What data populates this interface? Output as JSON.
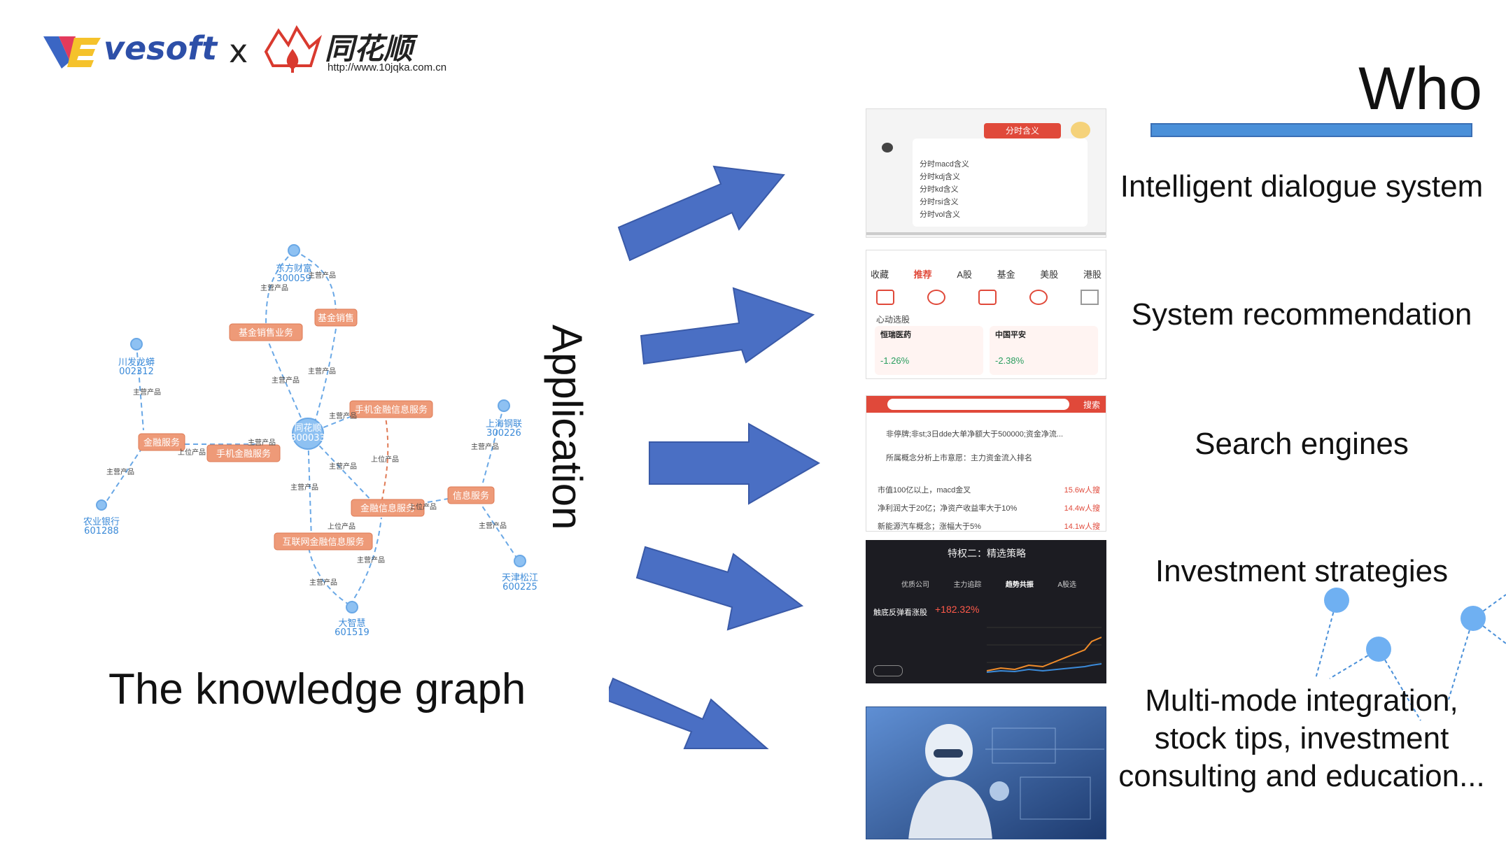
{
  "header": {
    "vesoft_name": "vesoft",
    "separator": "x",
    "partner_name": "同花顺",
    "partner_url": "http://www.10jqka.com.cn"
  },
  "title": "Who",
  "knowledge_graph": {
    "caption": "The knowledge graph",
    "nodes": [
      {
        "label": "东方财富",
        "code": "300059"
      },
      {
        "label": "川发龙蟒",
        "code": "002312"
      },
      {
        "label": "同花顺",
        "code": "300033"
      },
      {
        "label": "上海钢联",
        "code": "300226"
      },
      {
        "label": "农业银行",
        "code": "601288"
      },
      {
        "label": "天津松江",
        "code": "600225"
      },
      {
        "label": "大智慧",
        "code": "601519"
      }
    ],
    "tags": [
      "基金销售业务",
      "基金销售",
      "手机金融信息服务",
      "金融服务",
      "手机金融服务",
      "金融信息服务",
      "信息服务",
      "互联网金融信息服务"
    ],
    "edge_labels": [
      "主营产品",
      "上位产品"
    ]
  },
  "application_label": "Application",
  "applications": [
    {
      "label": "Intelligent dialogue system"
    },
    {
      "label": "System  recommendation"
    },
    {
      "label": "Search engines"
    },
    {
      "label": "Investment strategies"
    },
    {
      "label": "Multi-mode integration, stock tips, investment consulting and education..."
    }
  ],
  "screens": {
    "s1_items": [
      "分时macd含义",
      "分时kdj含义",
      "分时kd含义",
      "分时rsi含义",
      "分时vol含义"
    ],
    "s1_button": "分时含义",
    "s2_tabs": [
      "收藏",
      "推荐",
      "A股",
      "基金",
      "美股",
      "港股"
    ],
    "s2_section": "心动选股",
    "s2_cards": [
      {
        "name": "恒瑞医药",
        "change": "-1.26%"
      },
      {
        "name": "中国平安",
        "change": "-2.38%"
      }
    ],
    "s3_search": "搜索",
    "s3_history": [
      "非停牌;非st;3日dde大单净额大于500000;资金净流...",
      "所属概念分析上市意愿：主力资金流入排名"
    ],
    "s3_hot": [
      {
        "text": "市值100亿以上，macd金叉",
        "value": "15.6w人搜"
      },
      {
        "text": "净利润大于20亿；净资产收益率大于10%",
        "value": "14.4w人搜"
      },
      {
        "text": "新能源汽车概念；涨幅大于5%",
        "value": "14.1w人搜"
      }
    ],
    "s4_title": "特权二：精选策略",
    "s4_tabs": [
      "优质公司",
      "主力追踪",
      "趋势共振",
      "A股选"
    ],
    "s4_strategy": "触底反弹看涨股",
    "s4_return": "+182.32%"
  },
  "colors": {
    "arrow": "#4a6fc4",
    "node": "#8ec1f2",
    "tag": "#ee9a78",
    "accent_bar": "#4a90d9"
  }
}
